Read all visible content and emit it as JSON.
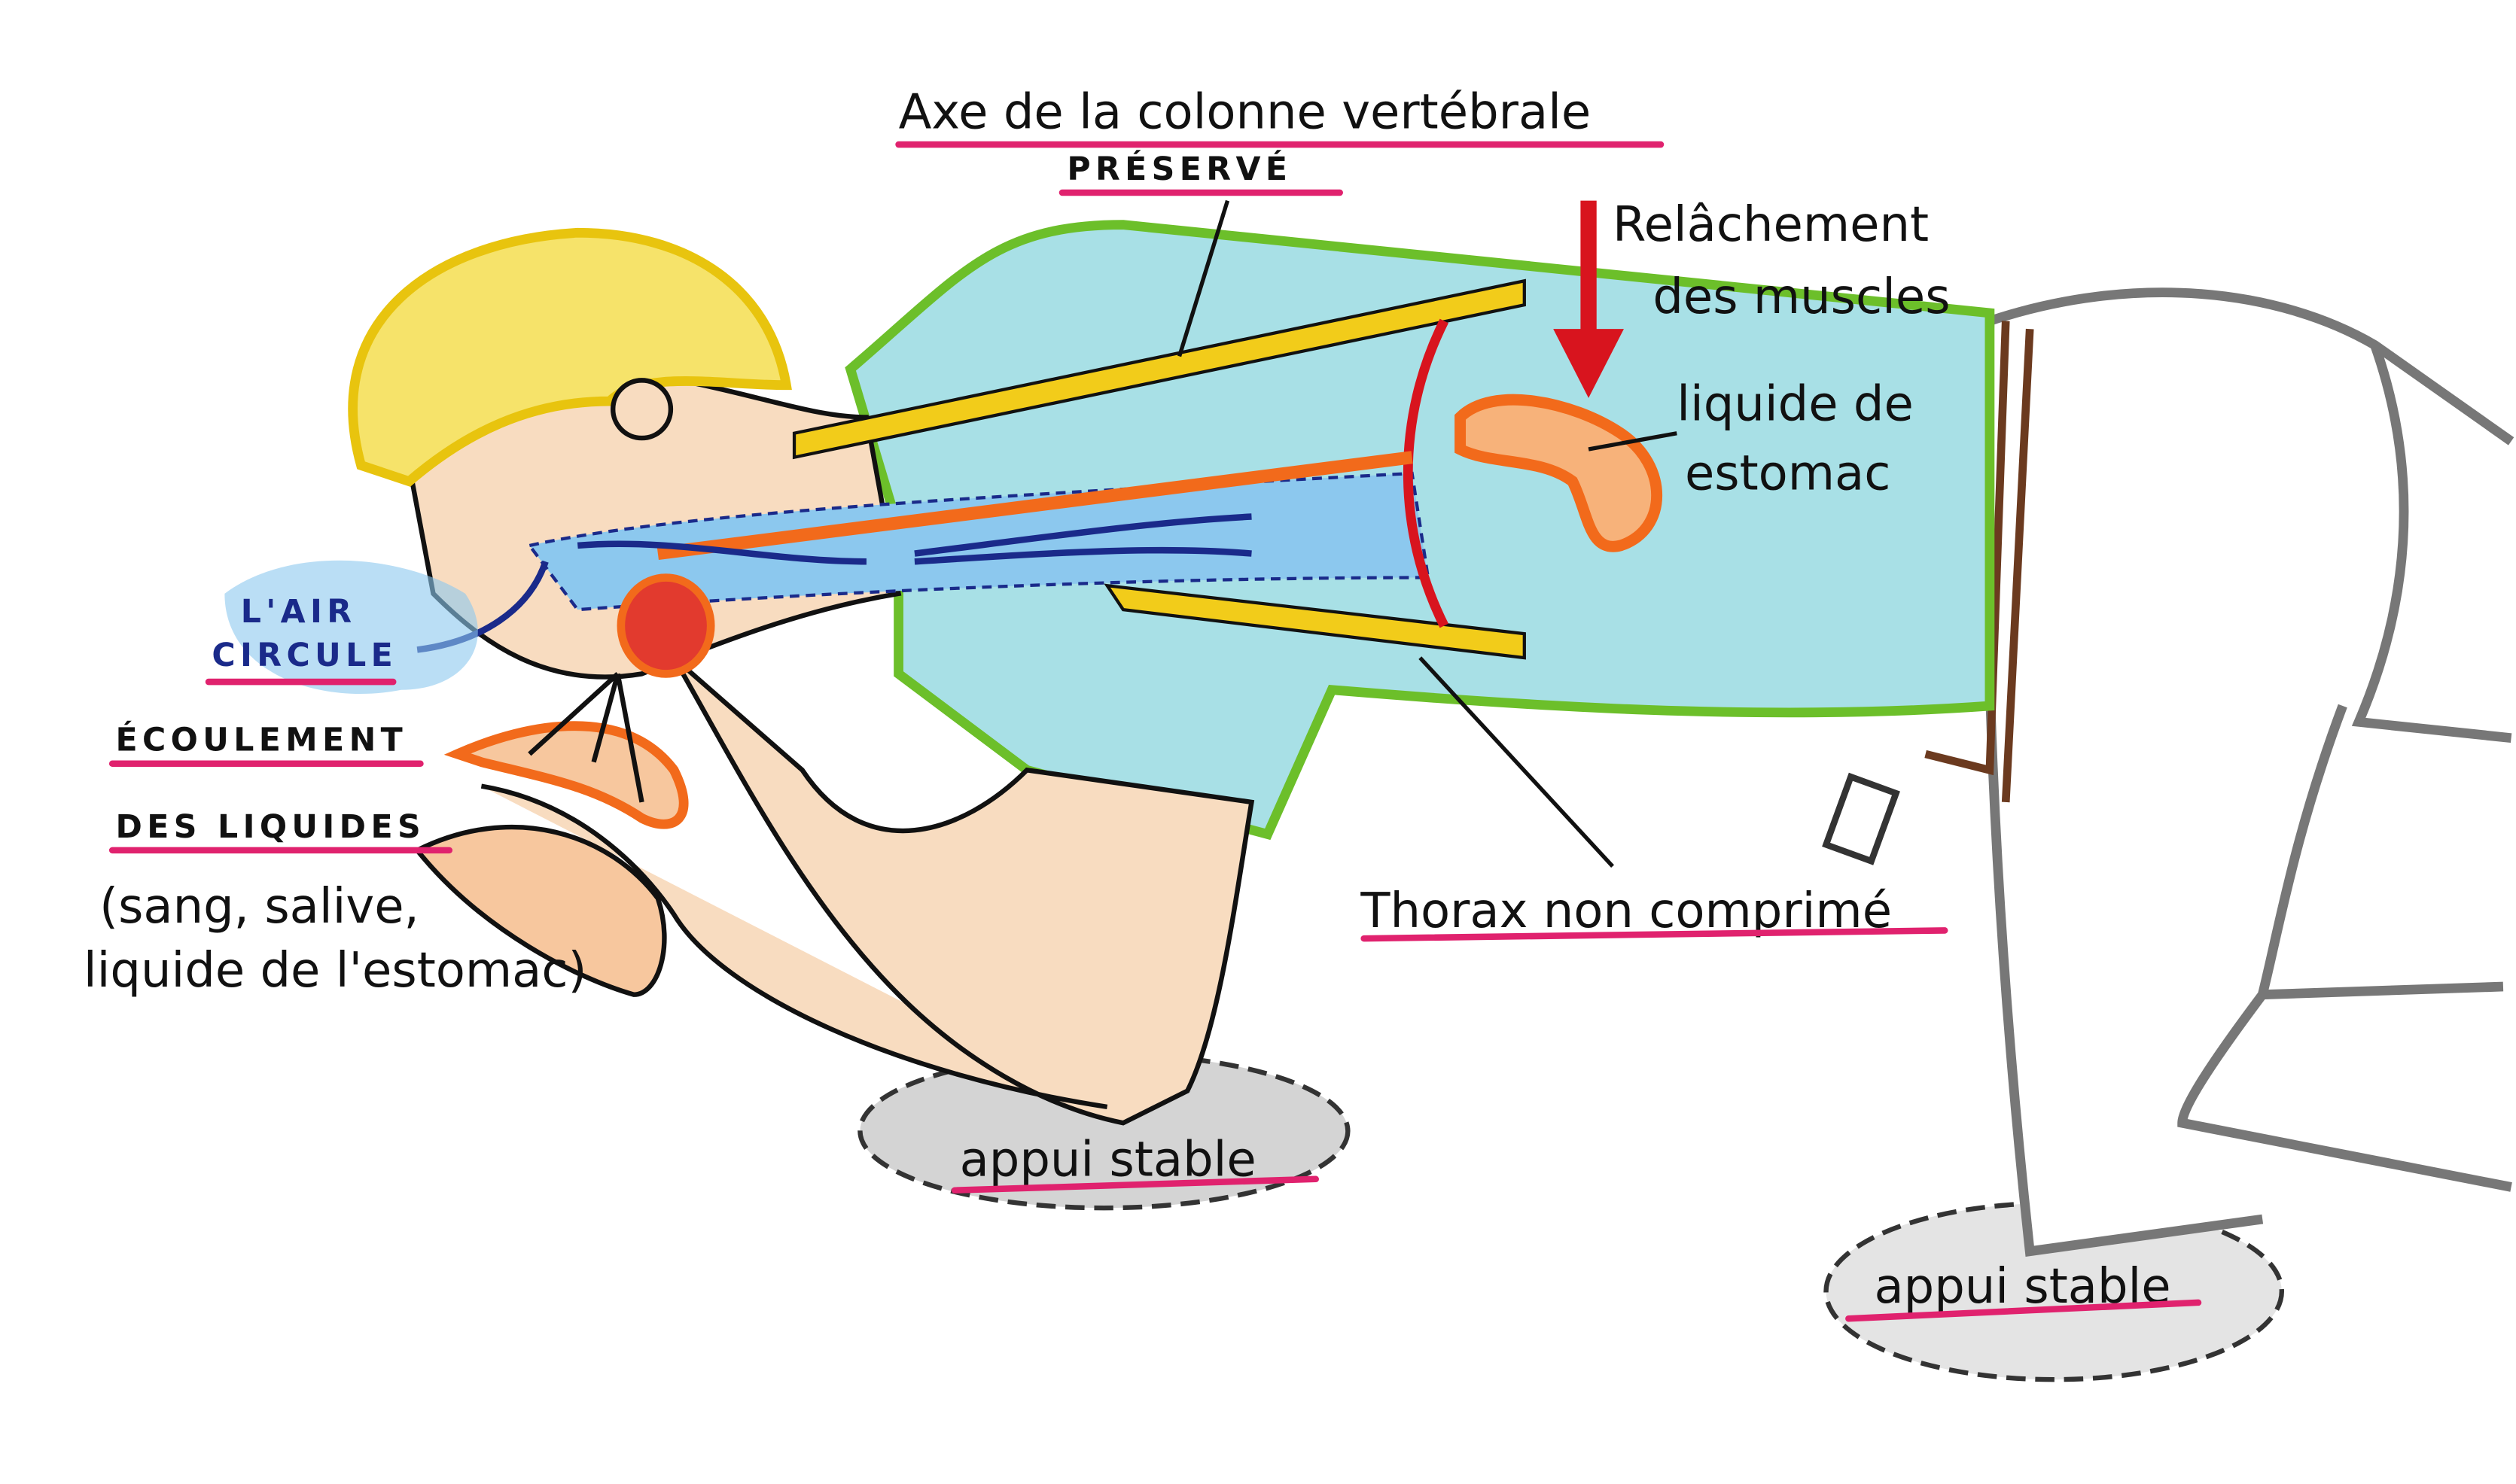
{
  "labels": {
    "spine_axis": "Axe de la colonne vertébrale",
    "preserved": "PRÉSERVÉ",
    "muscles_line1": "Relâchement",
    "muscles_line2": "des muscles",
    "stomach_line1": "liquide de",
    "stomach_line2": "estomac",
    "air_line1": "L'AIR",
    "air_line2": "CIRCULE",
    "flow_line1": "ÉCOULEMENT",
    "flow_line2": "DES LIQUIDES",
    "flow_detail_line1": "(sang, salive,",
    "flow_detail_line2": "liquide de l'estomac)",
    "thorax": "Thorax non comprimé",
    "support_front": "appui stable",
    "support_back": "appui stable"
  },
  "colors": {
    "underline": "#e0226e",
    "spine": "#f2cc1a",
    "fluid": "#f26a1b",
    "air": "#1a2a8a",
    "shirt": "#a8e0e6",
    "skin": "#f8dcc0",
    "hair": "#f6e36a",
    "muscle_arrow": "#d8141e"
  }
}
